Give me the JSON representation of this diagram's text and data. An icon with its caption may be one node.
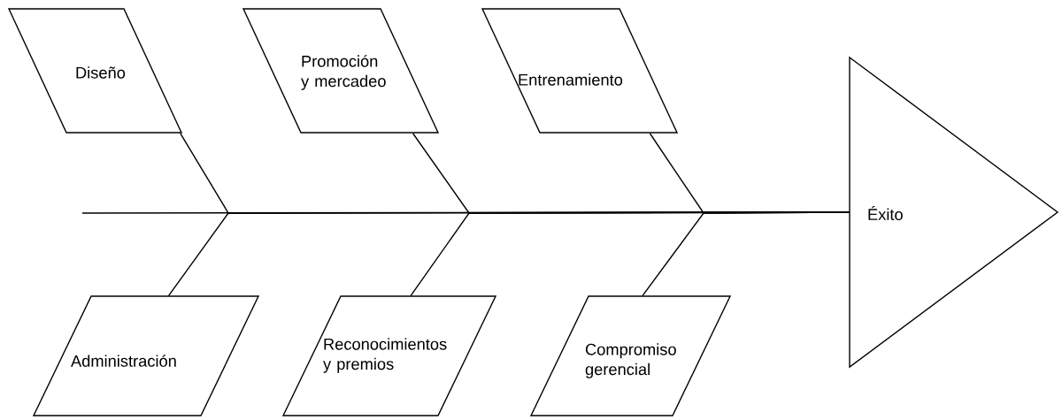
{
  "diagram": {
    "nodes": [
      {
        "text": [
          "Diseño"
        ]
      },
      {
        "text": [
          "Promoción y mercadeo"
        ]
      },
      {
        "text": [
          "Entrenamiento"
        ]
      },
      {
        "text": [
          "Administración"
        ]
      },
      {
        "text": [
          "Reconocimientos y premios"
        ]
      },
      {
        "text": [
          "Compromiso gerencial"
        ]
      },
      {
        "text": [
          "Éxito"
        ]
      }
    ],
    "edges": [
      {
        "from": 0,
        "to": 6,
        "arrow": "none"
      },
      {
        "from": 1,
        "to": 6,
        "arrow": "none"
      },
      {
        "from": 2,
        "to": 6,
        "arrow": "none"
      },
      {
        "from": 3,
        "to": 6,
        "arrow": "none"
      },
      {
        "from": 4,
        "to": 6,
        "arrow": "none"
      },
      {
        "from": 5,
        "to": 6,
        "arrow": "none"
      },
      {
        "from": null,
        "to": 6,
        "arrow": "none"
      }
    ]
  }
}
